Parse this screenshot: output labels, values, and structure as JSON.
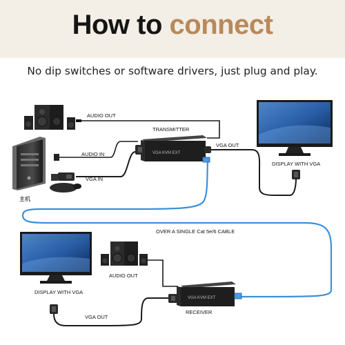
{
  "header": {
    "title_part1": "How to",
    "title_part2": "connect",
    "subtitle": "No dip switches or software drivers, just plug and play.",
    "accent_color": "#b8895a"
  },
  "diagram": {
    "labels": {
      "audio_out_top": "AUDIO OUT",
      "transmitter": "TRANSMITTER",
      "vga_out_top": "VGA OUT",
      "audio_in": "AUDIO IN",
      "vga_in": "VGA IN",
      "display_top": "DISPLAY WITH VGA",
      "host": "主机",
      "cable": "OVER A SINGLE Cat 5e/6 CABLE",
      "audio_out_bottom": "AUDIO OUT",
      "display_bottom": "DISPLAY WITH VGA",
      "vga_out_bottom": "VGA OUT",
      "receiver": "RECEIVER"
    },
    "icons": [
      "speaker-icon",
      "pc-tower-icon",
      "monitor-icon",
      "extender-box-icon",
      "vga-connector-icon",
      "rj45-connector-icon"
    ],
    "colors": {
      "network_cable": "#3c8fd8",
      "av_cable": "#1a1a1a"
    }
  }
}
